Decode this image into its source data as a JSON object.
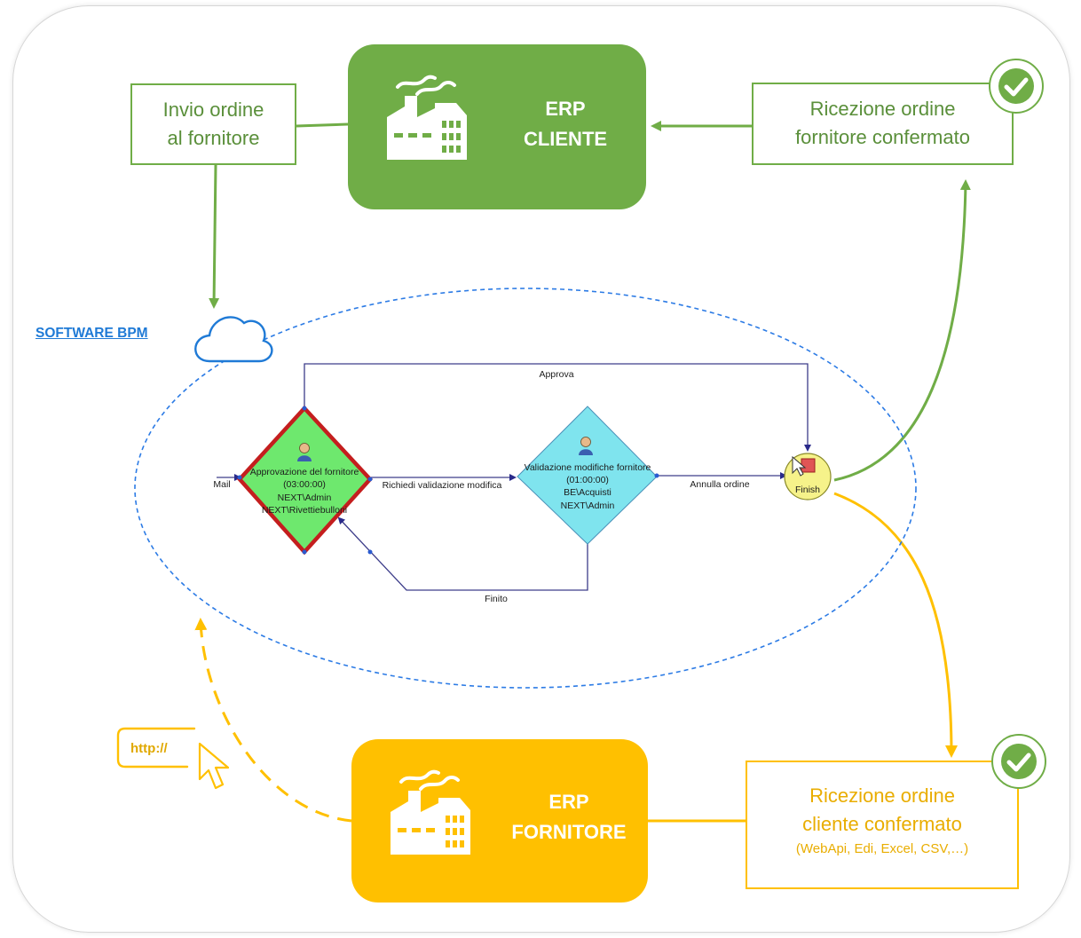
{
  "erp_cliente": {
    "line1": "ERP",
    "line2": "CLIENTE",
    "color": "#70ad47"
  },
  "erp_fornitore": {
    "line1": "ERP",
    "line2": "FORNITORE",
    "color": "#ffc000"
  },
  "invio_box": {
    "line1": "Invio ordine",
    "line2": "al fornitore"
  },
  "ricezione_cliente_box": {
    "line1": "Ricezione ordine",
    "line2": "fornitore confermato"
  },
  "ricezione_fornitore_box": {
    "line1": "Ricezione ordine",
    "line2": "cliente confermato",
    "formats": "(WebApi, Edi, Excel, CSV,…)"
  },
  "software_bpm_label": "SOFTWARE BPM",
  "http_label": "http://",
  "workflow": {
    "start_label": "Mail",
    "node1": {
      "line1": "Approvazione del fornitore",
      "line2": "(03:00:00)",
      "line3": "NEXT\\Admin",
      "line4": "NEXT\\Rivettiebulloni"
    },
    "node2": {
      "line1": "Validazione modifiche fornitore",
      "line2": "(01:00:00)",
      "line3": "BE\\Acquisti",
      "line4": "NEXT\\Admin"
    },
    "finish_label": "Finish",
    "edge_approva": "Approva",
    "edge_richiedi": "Richiedi validazione modifica",
    "edge_annulla": "Annulla ordine",
    "edge_finito": "Finito"
  },
  "colors": {
    "green": "#70ad47",
    "yellow": "#ffc000",
    "blue_link": "#1f7ad6",
    "flow_line": "#3d3d8a"
  }
}
